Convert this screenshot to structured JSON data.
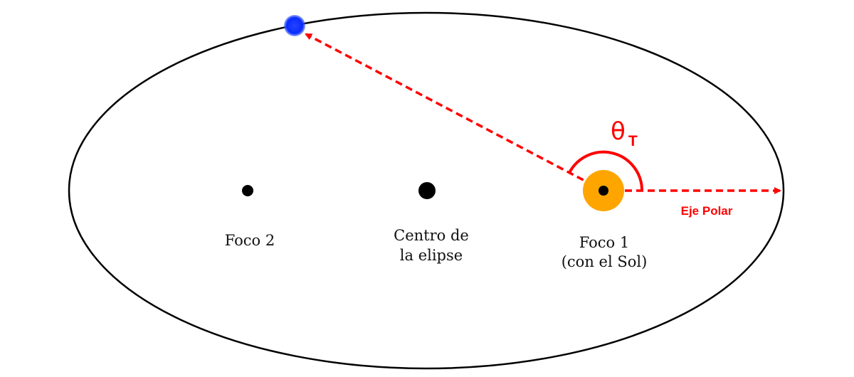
{
  "labels": {
    "focus2": "Foco 2",
    "center_line1": "Centro de",
    "center_line2": "la elipse",
    "focus1_line1": "Foco 1",
    "focus1_line2": "(con el Sol)",
    "polar_axis": "Eje Polar",
    "angle_symbol": "θ",
    "angle_subscript": "T"
  },
  "colors": {
    "orbit": "#000000",
    "vector": "#ff0000",
    "sun": "#ffa500",
    "planet": "#0a2bff",
    "focus_dot": "#000000"
  }
}
